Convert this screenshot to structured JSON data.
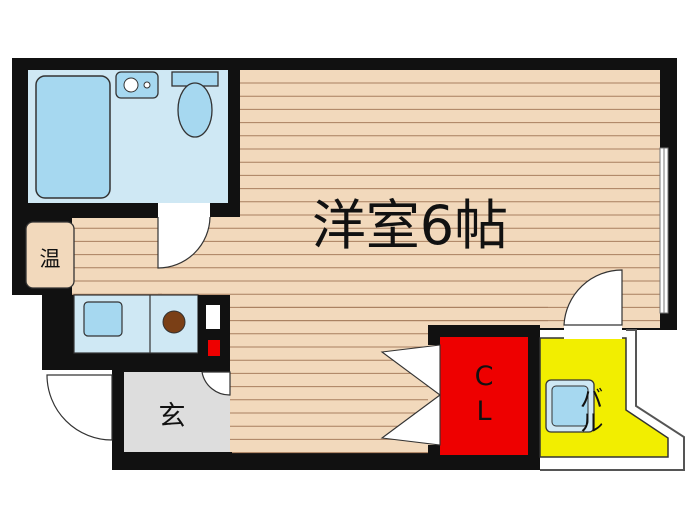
{
  "rooms": {
    "western_room": "洋室6帖",
    "water_heater": "温",
    "entrance": "玄",
    "closet": "CL",
    "balcony": "バル"
  },
  "colors": {
    "wall": "#111111",
    "floor": "#f2d9bc",
    "floor_line": "#a87f5f",
    "bath_blue": "#cfe8f4",
    "fixture_blue": "#a6d8f0",
    "entrance_gray": "#dddddd",
    "closet_red": "#ee0000",
    "balcony_yellow": "#f2ee00"
  },
  "icons": {
    "bathtub": "bathtub-icon",
    "sink": "sink-icon",
    "toilet": "toilet-icon",
    "kitchen_sink": "kitchen-sink-icon",
    "stove": "stove-icon",
    "washer_pan": "washing-machine-pan-icon"
  }
}
